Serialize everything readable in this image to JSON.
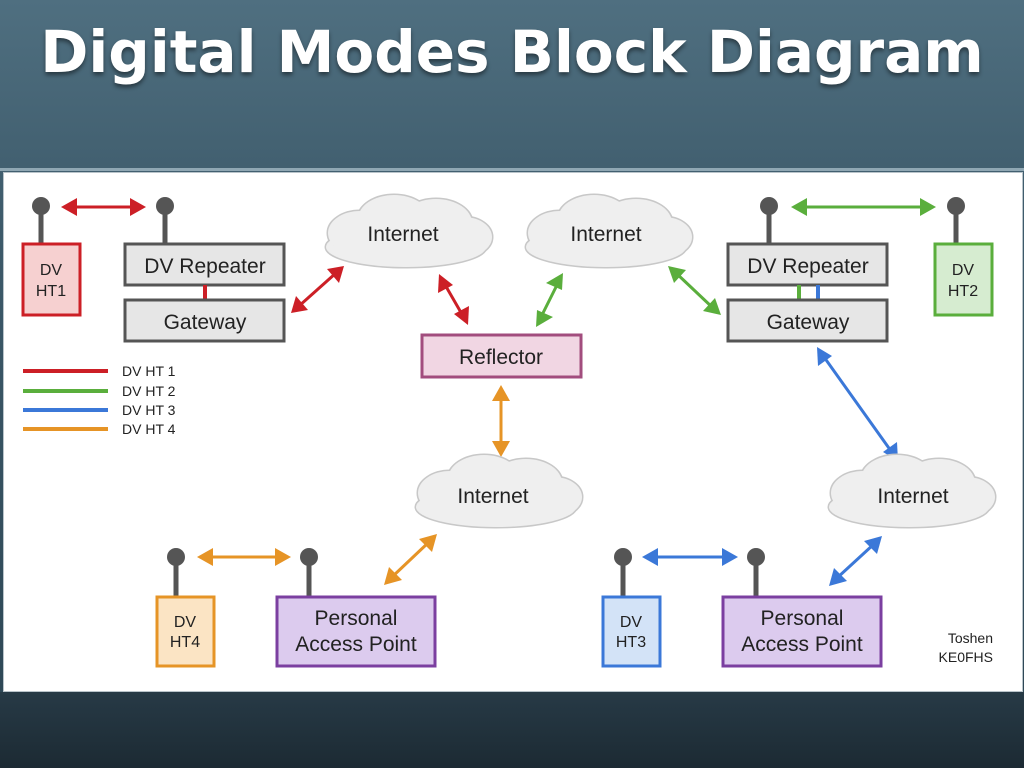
{
  "title": "Digital Modes Block Diagram",
  "colors": {
    "ht1": "#cc1f26",
    "ht2": "#5aae3c",
    "ht3": "#3b78d8",
    "ht4": "#e69426",
    "reflector_border": "#a24d7e",
    "reflector_fill": "#f1d6e3",
    "pap_border": "#7b3fa0",
    "pap_fill": "#dccbee"
  },
  "nodes": {
    "ht1": {
      "line1": "DV",
      "line2": "HT1"
    },
    "ht2": {
      "line1": "DV",
      "line2": "HT2"
    },
    "ht3": {
      "line1": "DV",
      "line2": "HT3"
    },
    "ht4": {
      "line1": "DV",
      "line2": "HT4"
    },
    "repeater_left": "DV Repeater",
    "gateway_left": "Gateway",
    "repeater_right": "DV Repeater",
    "gateway_right": "Gateway",
    "reflector": "Reflector",
    "pap_left": {
      "line1": "Personal",
      "line2": "Access Point"
    },
    "pap_right": {
      "line1": "Personal",
      "line2": "Access Point"
    },
    "internet": "Internet"
  },
  "legend": [
    {
      "label": "DV HT 1",
      "color": "#cc1f26"
    },
    {
      "label": "DV HT 2",
      "color": "#5aae3c"
    },
    {
      "label": "DV HT 3",
      "color": "#3b78d8"
    },
    {
      "label": "DV HT 4",
      "color": "#e69426"
    }
  ],
  "credit": {
    "line1": "Toshen",
    "line2": "KE0FHS"
  }
}
